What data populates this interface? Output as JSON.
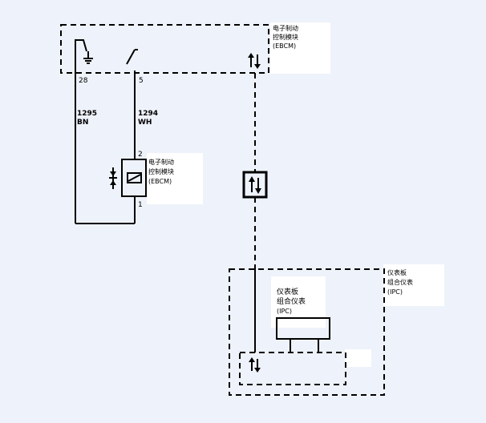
{
  "modules": {
    "ebcm_top": {
      "line1": "电子制动",
      "line2": "控制模块",
      "line3": "(EBCM)"
    },
    "ebcm_sensor": {
      "line1": "电子制动",
      "line2": "控制模块",
      "line3": "(EBCM)"
    },
    "ipc_outer": {
      "line1": "仪表板",
      "line2": "组合仪表",
      "line3": "(IPC)"
    },
    "ipc_inner": {
      "line1": "仪表板",
      "line2": "组合仪表",
      "line3": "(IPC)"
    }
  },
  "pins": {
    "p28": "28",
    "p5": "5",
    "p2": "2",
    "p1": "1"
  },
  "wires": {
    "left": {
      "circuit": "1295",
      "color": "BN"
    },
    "right": {
      "circuit": "1294",
      "color": "WH"
    }
  },
  "colors": {
    "background": "#eef2fa",
    "line": "#000000",
    "label_bg": "#ffffff"
  }
}
